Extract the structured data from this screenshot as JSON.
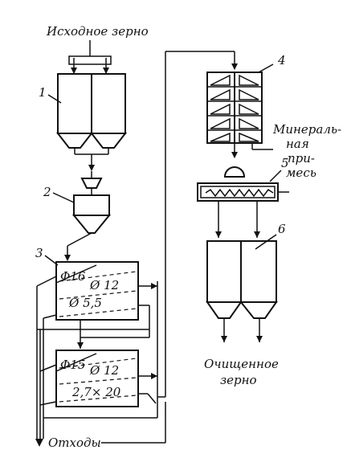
{
  "labels": {
    "input_grain": "Исходное зерно",
    "mineral_line1": "Минераль-",
    "mineral_line2": "ная",
    "mineral_line3": "при-",
    "mineral_line4": "месь",
    "clean_line1": "Очищенное",
    "clean_line2": "зерно",
    "waste": "Отходы"
  },
  "numbers": {
    "n1": "1",
    "n2": "2",
    "n3": "3",
    "n4": "4",
    "n5": "5",
    "n6": "6"
  },
  "sieves_top": {
    "s1": "Φ16",
    "s2": "Ø 12",
    "s3": "Ø 5,5"
  },
  "sieves_bottom": {
    "s1": "Φ15",
    "s2": "Ø 12",
    "s3": "2,7× 20"
  }
}
